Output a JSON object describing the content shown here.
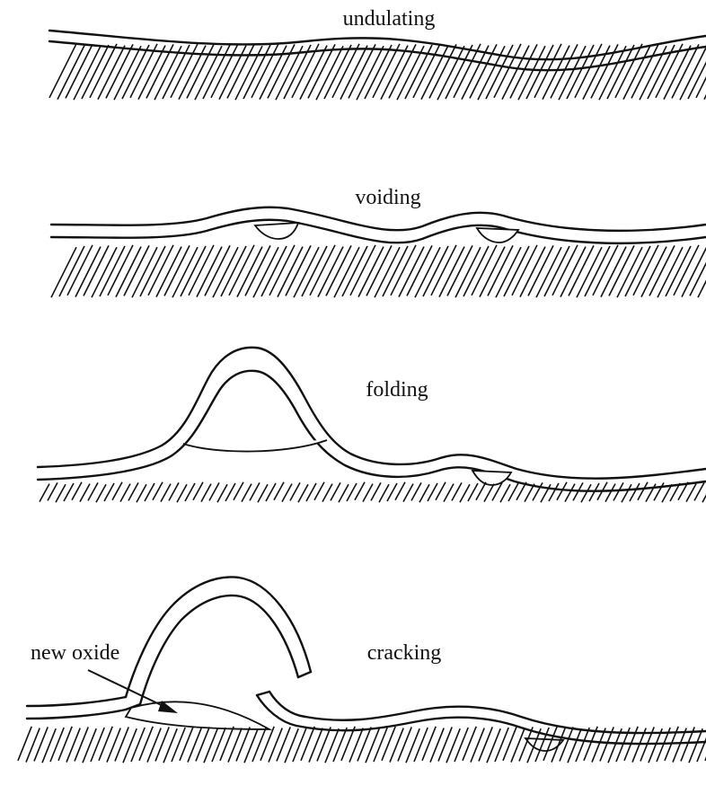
{
  "labels": {
    "undulating": "undulating",
    "voiding": "voiding",
    "folding": "folding",
    "cracking": "cracking",
    "new_oxide": "new oxide"
  },
  "colors": {
    "ink": "#111111",
    "background": "#ffffff"
  }
}
